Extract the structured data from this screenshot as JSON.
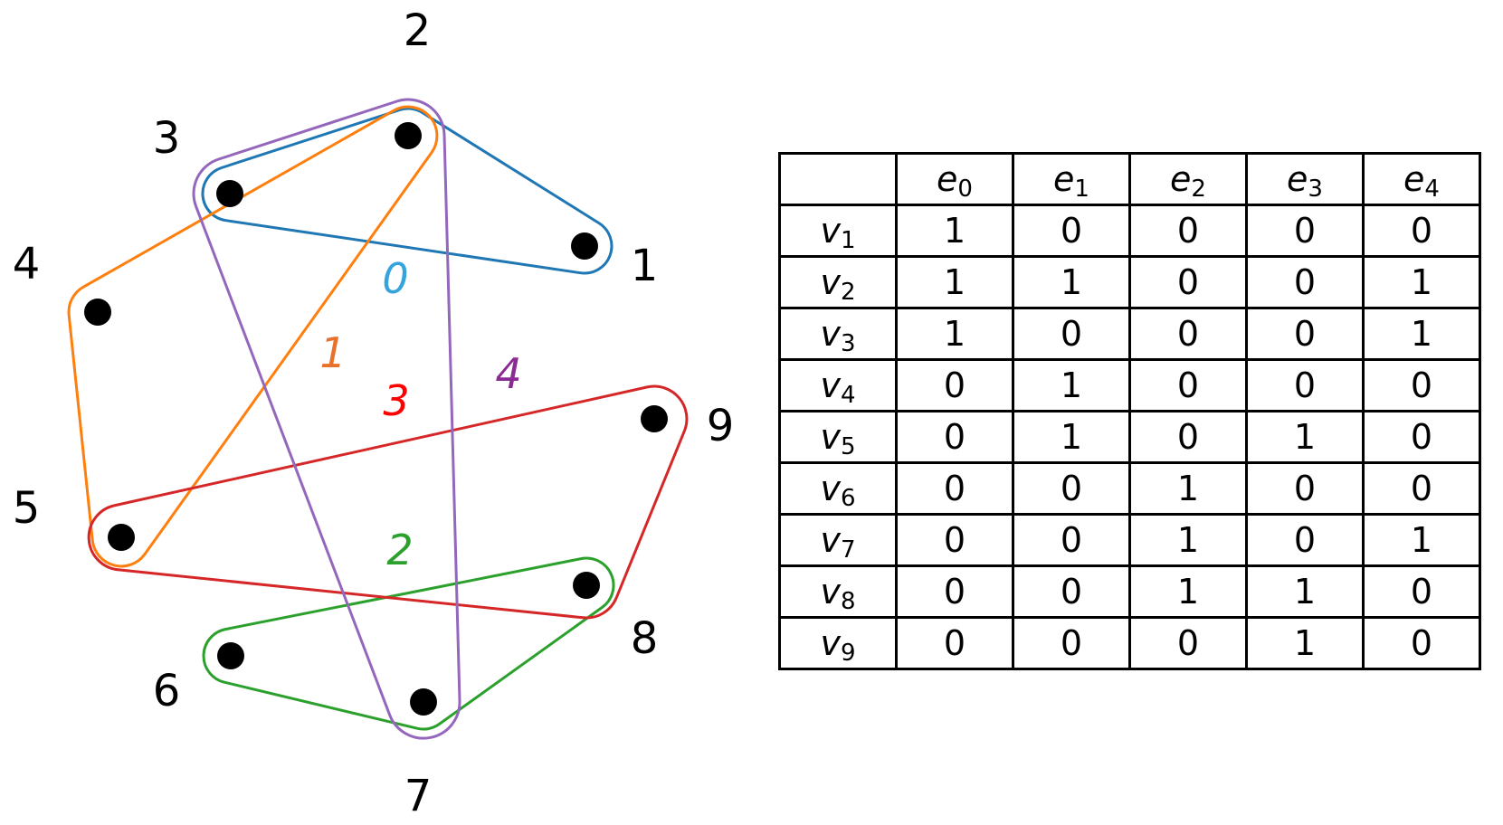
{
  "hypergraph": {
    "vertices": [
      {
        "id": "1",
        "label": "1"
      },
      {
        "id": "2",
        "label": "2"
      },
      {
        "id": "3",
        "label": "3"
      },
      {
        "id": "4",
        "label": "4"
      },
      {
        "id": "5",
        "label": "5"
      },
      {
        "id": "6",
        "label": "6"
      },
      {
        "id": "7",
        "label": "7"
      },
      {
        "id": "8",
        "label": "8"
      },
      {
        "id": "9",
        "label": "9"
      }
    ],
    "hyperedges": [
      {
        "id": 0,
        "label": "0",
        "vertices": [
          "1",
          "2",
          "3"
        ],
        "color": "#1f77b4",
        "label_color": "#35a4dc"
      },
      {
        "id": 1,
        "label": "1",
        "vertices": [
          "2",
          "4",
          "5"
        ],
        "color": "#ff7f0e",
        "label_color": "#e8712b"
      },
      {
        "id": 2,
        "label": "2",
        "vertices": [
          "6",
          "7",
          "8"
        ],
        "color": "#2ca02c",
        "label_color": "#2ca02c"
      },
      {
        "id": 3,
        "label": "3",
        "vertices": [
          "5",
          "8",
          "9"
        ],
        "color": "#d62728",
        "label_color": "#ff0000"
      },
      {
        "id": 4,
        "label": "4",
        "vertices": [
          "2",
          "3",
          "7"
        ],
        "color": "#9467bd",
        "label_color": "#8b2a92"
      }
    ]
  },
  "table": {
    "corner": "",
    "edge_headers": [
      {
        "sym": "e",
        "sub": "0"
      },
      {
        "sym": "e",
        "sub": "1"
      },
      {
        "sym": "e",
        "sub": "2"
      },
      {
        "sym": "e",
        "sub": "3"
      },
      {
        "sym": "e",
        "sub": "4"
      }
    ],
    "rows": [
      {
        "sym": "v",
        "sub": "1",
        "cells": [
          "1",
          "0",
          "0",
          "0",
          "0"
        ]
      },
      {
        "sym": "v",
        "sub": "2",
        "cells": [
          "1",
          "1",
          "0",
          "0",
          "1"
        ]
      },
      {
        "sym": "v",
        "sub": "3",
        "cells": [
          "1",
          "0",
          "0",
          "0",
          "1"
        ]
      },
      {
        "sym": "v",
        "sub": "4",
        "cells": [
          "0",
          "1",
          "0",
          "0",
          "0"
        ]
      },
      {
        "sym": "v",
        "sub": "5",
        "cells": [
          "0",
          "1",
          "0",
          "1",
          "0"
        ]
      },
      {
        "sym": "v",
        "sub": "6",
        "cells": [
          "0",
          "0",
          "1",
          "0",
          "0"
        ]
      },
      {
        "sym": "v",
        "sub": "7",
        "cells": [
          "0",
          "0",
          "1",
          "0",
          "1"
        ]
      },
      {
        "sym": "v",
        "sub": "8",
        "cells": [
          "0",
          "0",
          "1",
          "1",
          "0"
        ]
      },
      {
        "sym": "v",
        "sub": "9",
        "cells": [
          "0",
          "0",
          "0",
          "1",
          "0"
        ]
      }
    ]
  }
}
